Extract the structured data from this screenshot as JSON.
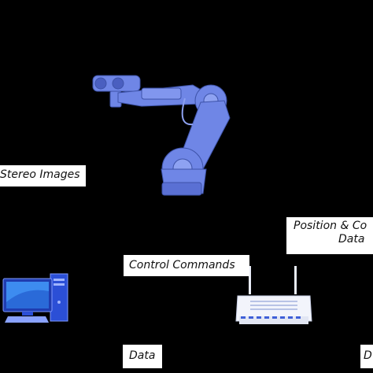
{
  "labels": {
    "stereo_images": "Stereo Images",
    "position_line1": "Position & Co",
    "position_line2": "Data",
    "control_commands": "Control Commands",
    "data": "Data",
    "edge_fragment": "D"
  },
  "icons": {
    "robot": "robot-arm-with-stereo-camera-icon",
    "computer": "desktop-computer-icon",
    "router": "wireless-router-icon"
  },
  "colors": {
    "background": "#000000",
    "robot": "#6f86e6",
    "label_bg": "#ffffff",
    "label_text": "#111111"
  }
}
